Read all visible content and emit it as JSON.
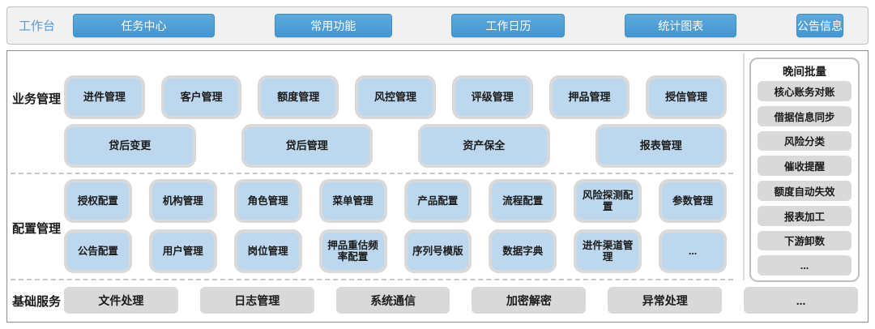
{
  "topbar": {
    "label": "工作台",
    "buttons": [
      "任务中心",
      "常用功能",
      "工作日历",
      "统计图表",
      "公告信息"
    ]
  },
  "business": {
    "label": "业务管理",
    "row1": [
      "进件管理",
      "客户管理",
      "额度管理",
      "风控管理",
      "评级管理",
      "押品管理",
      "授信管理"
    ],
    "row2": [
      "贷后变更",
      "贷后管理",
      "资产保全",
      "报表管理"
    ]
  },
  "config": {
    "label": "配置管理",
    "row1": [
      "授权配置",
      "机构管理",
      "角色管理",
      "菜单管理",
      "产品配置",
      "流程配置",
      "风险探测配置",
      "参数管理"
    ],
    "row2": [
      "公告配置",
      "用户管理",
      "岗位管理",
      "押品重估频率配置",
      "序列号模版",
      "数据字典",
      "进件渠道管理",
      "..."
    ]
  },
  "base": {
    "label": "基础服务",
    "items": [
      "文件处理",
      "日志管理",
      "系统通信",
      "加密解密",
      "异常处理",
      "..."
    ]
  },
  "night_batch": {
    "title": "晚间批量",
    "items": [
      "核心账务对账",
      "借据信息同步",
      "风险分类",
      "催收提醒",
      "额度自动失效",
      "报表加工",
      "下游卸数",
      "..."
    ]
  },
  "colors": {
    "accent_blue": "#4a9ed6",
    "label_blue": "#5b9bd5",
    "light_blue_box": "#bdd7ee",
    "gray_box": "#d9d9d9",
    "topbar_bg": "#f1f1f1"
  }
}
